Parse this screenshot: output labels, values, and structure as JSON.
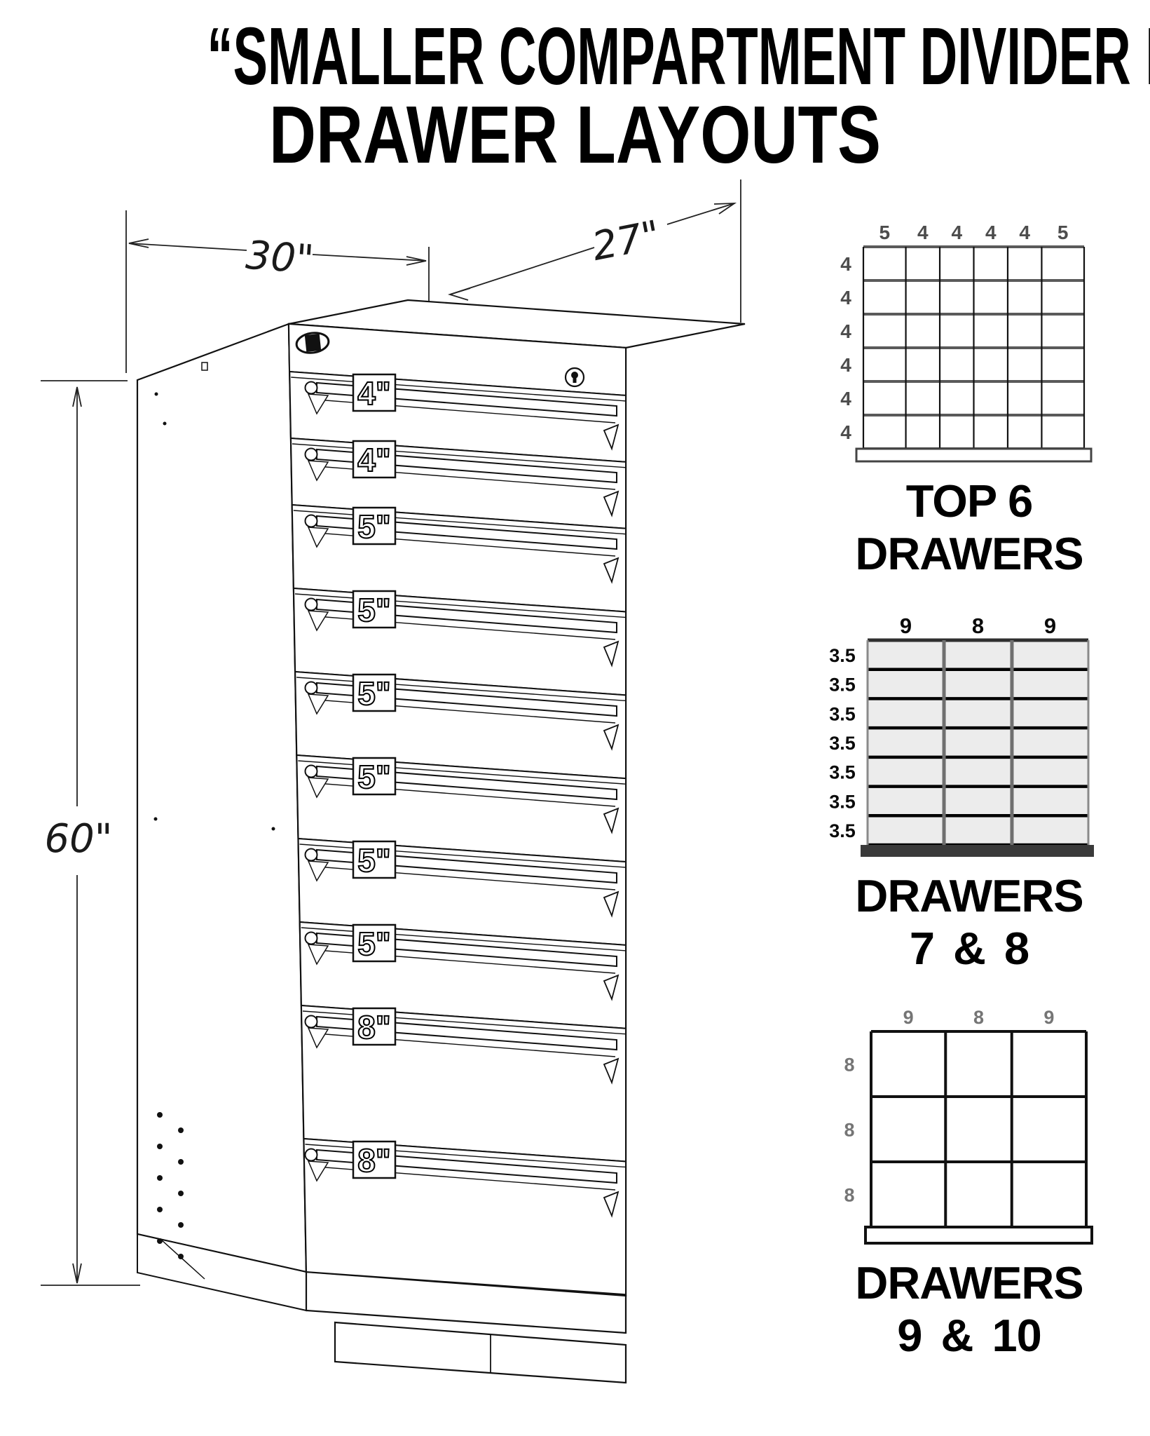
{
  "title": {
    "line1": "“SMALLER COMPARTMENT DIVIDER KIT“",
    "line2": "DRAWER LAYOUTS"
  },
  "cabinet": {
    "dim_width": "30\"",
    "dim_depth": "27\"",
    "dim_height": "60\"",
    "drawer_sizes": [
      "4\"",
      "4\"",
      "5\"",
      "5\"",
      "5\"",
      "5\"",
      "5\"",
      "5\"",
      "8\"",
      "8\""
    ]
  },
  "layouts": [
    {
      "id": "top6",
      "caption": [
        "TOP 6",
        "DRAWERS"
      ],
      "col_labels": [
        "5",
        "4",
        "4",
        "4",
        "4",
        "5"
      ],
      "row_labels": [
        "4",
        "4",
        "4",
        "4",
        "4",
        "4"
      ]
    },
    {
      "id": "d78",
      "caption": [
        "DRAWERS",
        "7 & 8"
      ],
      "col_labels": [
        "9",
        "8",
        "9"
      ],
      "row_labels": [
        "3.5",
        "3.5",
        "3.5",
        "3.5",
        "3.5",
        "3.5",
        "3.5"
      ]
    },
    {
      "id": "d910",
      "caption": [
        "DRAWERS",
        "9 & 10"
      ],
      "col_labels": [
        "9",
        "8",
        "9"
      ],
      "row_labels": [
        "8",
        "8",
        "8"
      ]
    }
  ],
  "colors": {
    "background": "#ffffff",
    "ink": "#111111",
    "dim_ink": "#1a1a1a",
    "grid1_label": "#4d4d4d",
    "grid2_label": "#0a0a0a",
    "grid3_label": "#757575",
    "grid_gray_line": "#5a5a5a",
    "grid2_cell_fill": "#ececec",
    "grid2_vline": "#6f6f6f",
    "grid2_base_bar": "#3a3a3a"
  }
}
